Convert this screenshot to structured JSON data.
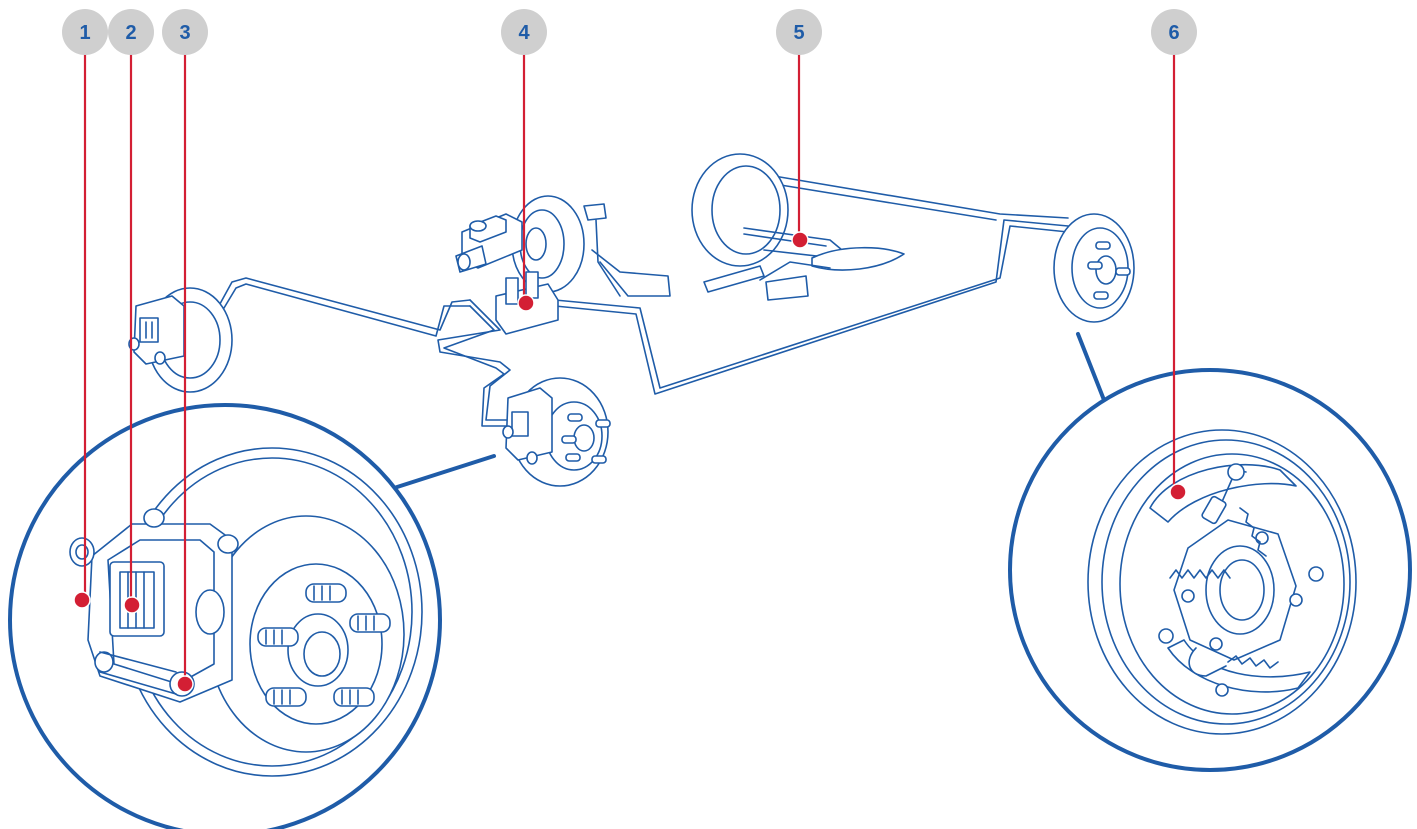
{
  "colors": {
    "line": "#1f5ca8",
    "leader": "#d31f34",
    "badge": "#cfcfcf",
    "background": "#ffffff"
  },
  "callouts": [
    {
      "id": "1",
      "label": "1"
    },
    {
      "id": "2",
      "label": "2"
    },
    {
      "id": "3",
      "label": "3"
    },
    {
      "id": "4",
      "label": "4"
    },
    {
      "id": "5",
      "label": "5"
    },
    {
      "id": "6",
      "label": "6"
    }
  ]
}
